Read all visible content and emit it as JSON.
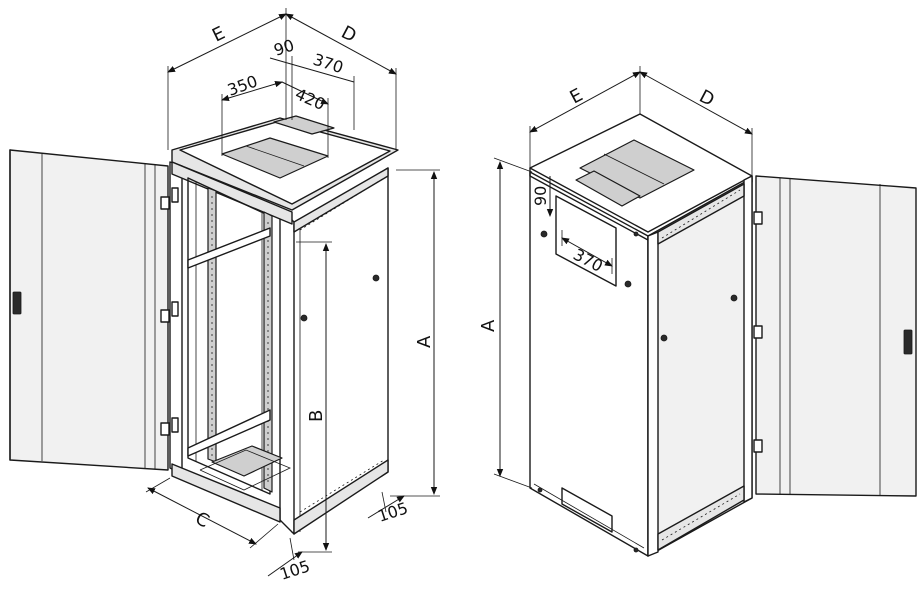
{
  "labels": {
    "left": {
      "e": "E",
      "d": "D",
      "d90": "90",
      "d370": "370",
      "d350": "350",
      "d420": "420",
      "a": "A",
      "b": "B",
      "c": "C",
      "d105_right": "105",
      "d105_bottom": "105"
    },
    "right": {
      "e": "E",
      "d": "D",
      "a": "A",
      "d90": "90",
      "d370": "370"
    }
  }
}
